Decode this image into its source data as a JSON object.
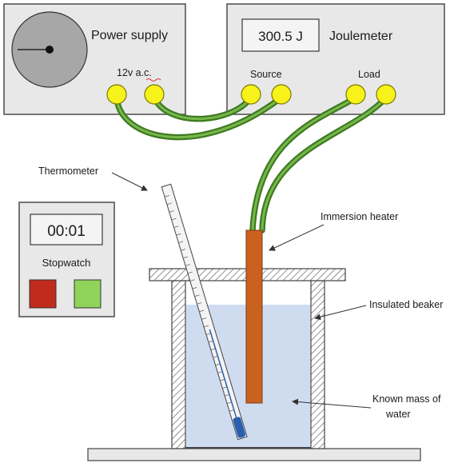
{
  "power_supply": {
    "title": "Power supply",
    "terminal_label": "12v a.c."
  },
  "joulemeter": {
    "title": "Joulemeter",
    "reading": "300.5 J",
    "source_label": "Source",
    "load_label": "Load"
  },
  "stopwatch": {
    "time": "00:01",
    "label": "Stopwatch",
    "buttons": [
      {
        "color": "#c12b1c"
      },
      {
        "color": "#8fd35a"
      }
    ]
  },
  "labels": {
    "thermometer": "Thermometer",
    "immersion_heater": "Immersion heater",
    "insulated_beaker": "Insulated beaker",
    "known_mass_line1": "Known mass of",
    "known_mass_line2": "water"
  },
  "colors": {
    "terminal": "#f7f31a",
    "lead": "#3f7a22",
    "heater": "#c8621e",
    "water": "#cfdcf0",
    "thermometer_bulb": "#2a5fb0"
  }
}
